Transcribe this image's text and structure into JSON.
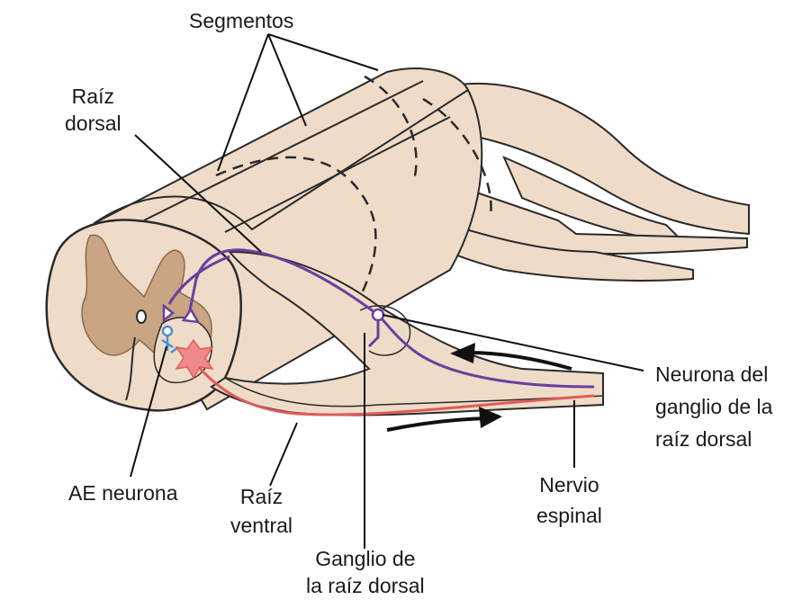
{
  "labels": {
    "segments": "Segmentos",
    "dorsal_root": [
      "Raíz",
      "dorsal"
    ],
    "drg_neuron": [
      "Neurona del",
      "ganglio de la",
      "raíz dorsal"
    ],
    "motor_neuron": "AE neurona",
    "ventral_root": [
      "Raíz",
      "ventral"
    ],
    "spinal_nerve": [
      "Nervio",
      "espinal"
    ],
    "drg": [
      "Ganglio de",
      "la raíz dorsal"
    ]
  },
  "colors": {
    "tissue": "#efdcc8",
    "tissue_dark": "#d9b898",
    "gray_matter": "#c9a584",
    "outline": "#2a2a2a",
    "sensory_path": "#6a3fa0",
    "motor_path": "#e05a5a",
    "motor_soma": "#f08a8a",
    "interneuron": "#4a8fd0",
    "arrow": "#111111"
  }
}
